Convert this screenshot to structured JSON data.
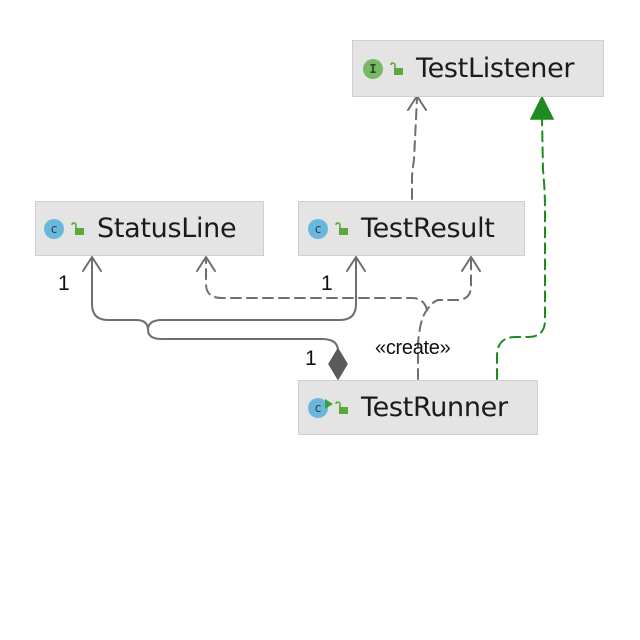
{
  "colors": {
    "node_fill": "#e4e4e4",
    "node_border": "#cfcfcf",
    "edge_gray": "#6e6e6e",
    "edge_green": "#1f8a1f",
    "class_icon": "#6ab7dd",
    "interface_icon": "#7ab868",
    "access_lock": "#5aa83a"
  },
  "nodes": {
    "test_listener": {
      "label": "TestListener",
      "kind_letter": "I",
      "kind": "interface",
      "icon": "interface-icon"
    },
    "status_line": {
      "label": "StatusLine",
      "kind_letter": "c",
      "kind": "class",
      "icon": "class-icon"
    },
    "test_result": {
      "label": "TestResult",
      "kind_letter": "c",
      "kind": "class",
      "icon": "class-icon"
    },
    "test_runner": {
      "label": "TestRunner",
      "kind_letter": "c",
      "kind": "runnable-class",
      "icon": "runnable-class-icon"
    }
  },
  "edges": {
    "runner_to_statusline_multiplicity": "1",
    "runner_to_testresult_multiplicity": "1",
    "composition_multiplicity": "1",
    "create_stereotype": "«create»"
  }
}
